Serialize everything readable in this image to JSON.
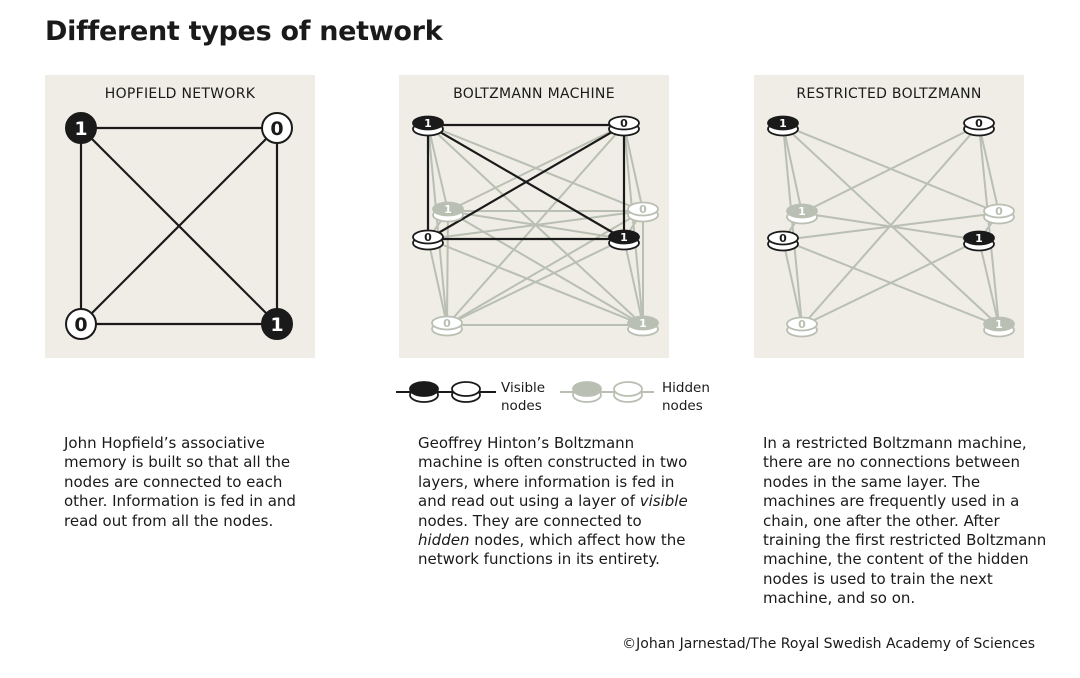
{
  "title": "Different types of network",
  "colors": {
    "panel_bg": "#efede5",
    "dark": "#1a1a1a",
    "hidden_gray": "#b9bfb3",
    "white": "#ffffff"
  },
  "panels": [
    {
      "title": "HOPFIELD NETWORK",
      "node_values": [
        "1",
        "0",
        "0",
        "1"
      ]
    },
    {
      "title": "BOLTZMANN MACHINE",
      "visible_values": [
        "1",
        "0",
        "0",
        "1"
      ],
      "hidden_values": [
        "1",
        "0",
        "0",
        "1"
      ]
    },
    {
      "title": "RESTRICTED BOLTZMANN",
      "visible_values": [
        "1",
        "0",
        "0",
        "1"
      ],
      "hidden_values": [
        "1",
        "0",
        "0",
        "1"
      ]
    }
  ],
  "legend": {
    "visible_line1": "Visible",
    "visible_line2": "nodes",
    "hidden_line1": "Hidden",
    "hidden_line2": "nodes"
  },
  "descriptions": {
    "hopfield": "John Hopfield’s associative memory is built so that all the nodes are connected to each other. Information is fed in and read out from all the nodes.",
    "boltzmann_before_visible": "Geoffrey Hinton’s Boltzmann machine is often constructed in two layers, where information is fed in and read out using a layer of ",
    "boltzmann_visible": "visible",
    "boltzmann_mid": " nodes. They are connected to ",
    "boltzmann_hidden": "hidden",
    "boltzmann_after_hidden": " nodes, which affect how the network functions in its entirety.",
    "restricted": "In a restricted Boltzmann machine, there are no connections between nodes in the same layer. The machines are frequently used in a chain, one after the other. After training the first restricted Boltzmann machine, the content of the hidden nodes is used to train the next machine, and so on."
  },
  "credit": "©Johan Jarnestad/The Royal Swedish Academy of Sciences"
}
